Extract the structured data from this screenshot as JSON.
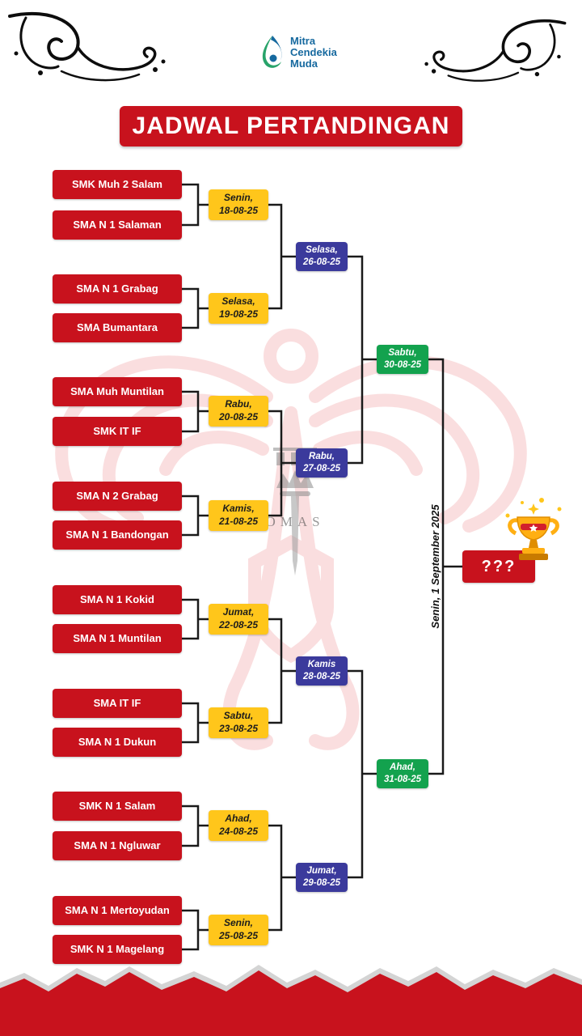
{
  "header": {
    "title": "JADWAL PERTANDINGAN"
  },
  "logo": {
    "line1": "Mitra",
    "line2": "Cendekia",
    "line3": "Muda"
  },
  "watermark": {
    "text": "OMAS"
  },
  "colors": {
    "red": "#C8121D",
    "yellow": "#FFC61B",
    "blue": "#3B3A9C",
    "green": "#13A24E",
    "logo_blue": "#16699F",
    "watermark_red": "#E02A2E"
  },
  "bracket": {
    "round1": [
      {
        "team1": "SMK Muh 2 Salam",
        "team2": "SMA N 1 Salaman",
        "day": "Senin,",
        "date": "18-08-25"
      },
      {
        "team1": "SMA N 1 Grabag",
        "team2": "SMA Bumantara",
        "day": "Selasa,",
        "date": "19-08-25"
      },
      {
        "team1": "SMA Muh Muntilan",
        "team2": "SMK IT IF",
        "day": "Rabu,",
        "date": "20-08-25"
      },
      {
        "team1": "SMA N 2 Grabag",
        "team2": "SMA N 1 Bandongan",
        "day": "Kamis,",
        "date": "21-08-25"
      },
      {
        "team1": "SMA N 1 Kokid",
        "team2": "SMA N 1 Muntilan",
        "day": "Jumat,",
        "date": "22-08-25"
      },
      {
        "team1": "SMA IT IF",
        "team2": "SMA N 1 Dukun",
        "day": "Sabtu,",
        "date": "23-08-25"
      },
      {
        "team1": "SMK N 1 Salam",
        "team2": "SMA N 1 Ngluwar",
        "day": "Ahad,",
        "date": "24-08-25"
      },
      {
        "team1": "SMA N 1 Mertoyudan",
        "team2": "SMK N 1 Magelang",
        "day": "Senin,",
        "date": "25-08-25"
      }
    ],
    "round2": [
      {
        "day": "Selasa,",
        "date": "26-08-25"
      },
      {
        "day": "Rabu,",
        "date": "27-08-25"
      },
      {
        "day": "Kamis",
        "date": "28-08-25"
      },
      {
        "day": "Jumat,",
        "date": "29-08-25"
      }
    ],
    "round3": [
      {
        "day": "Sabtu,",
        "date": "30-08-25"
      },
      {
        "day": "Ahad,",
        "date": "31-08-25"
      }
    ],
    "final": {
      "placeholder": "???",
      "date_label": "Senin, 1 September 2025"
    }
  }
}
